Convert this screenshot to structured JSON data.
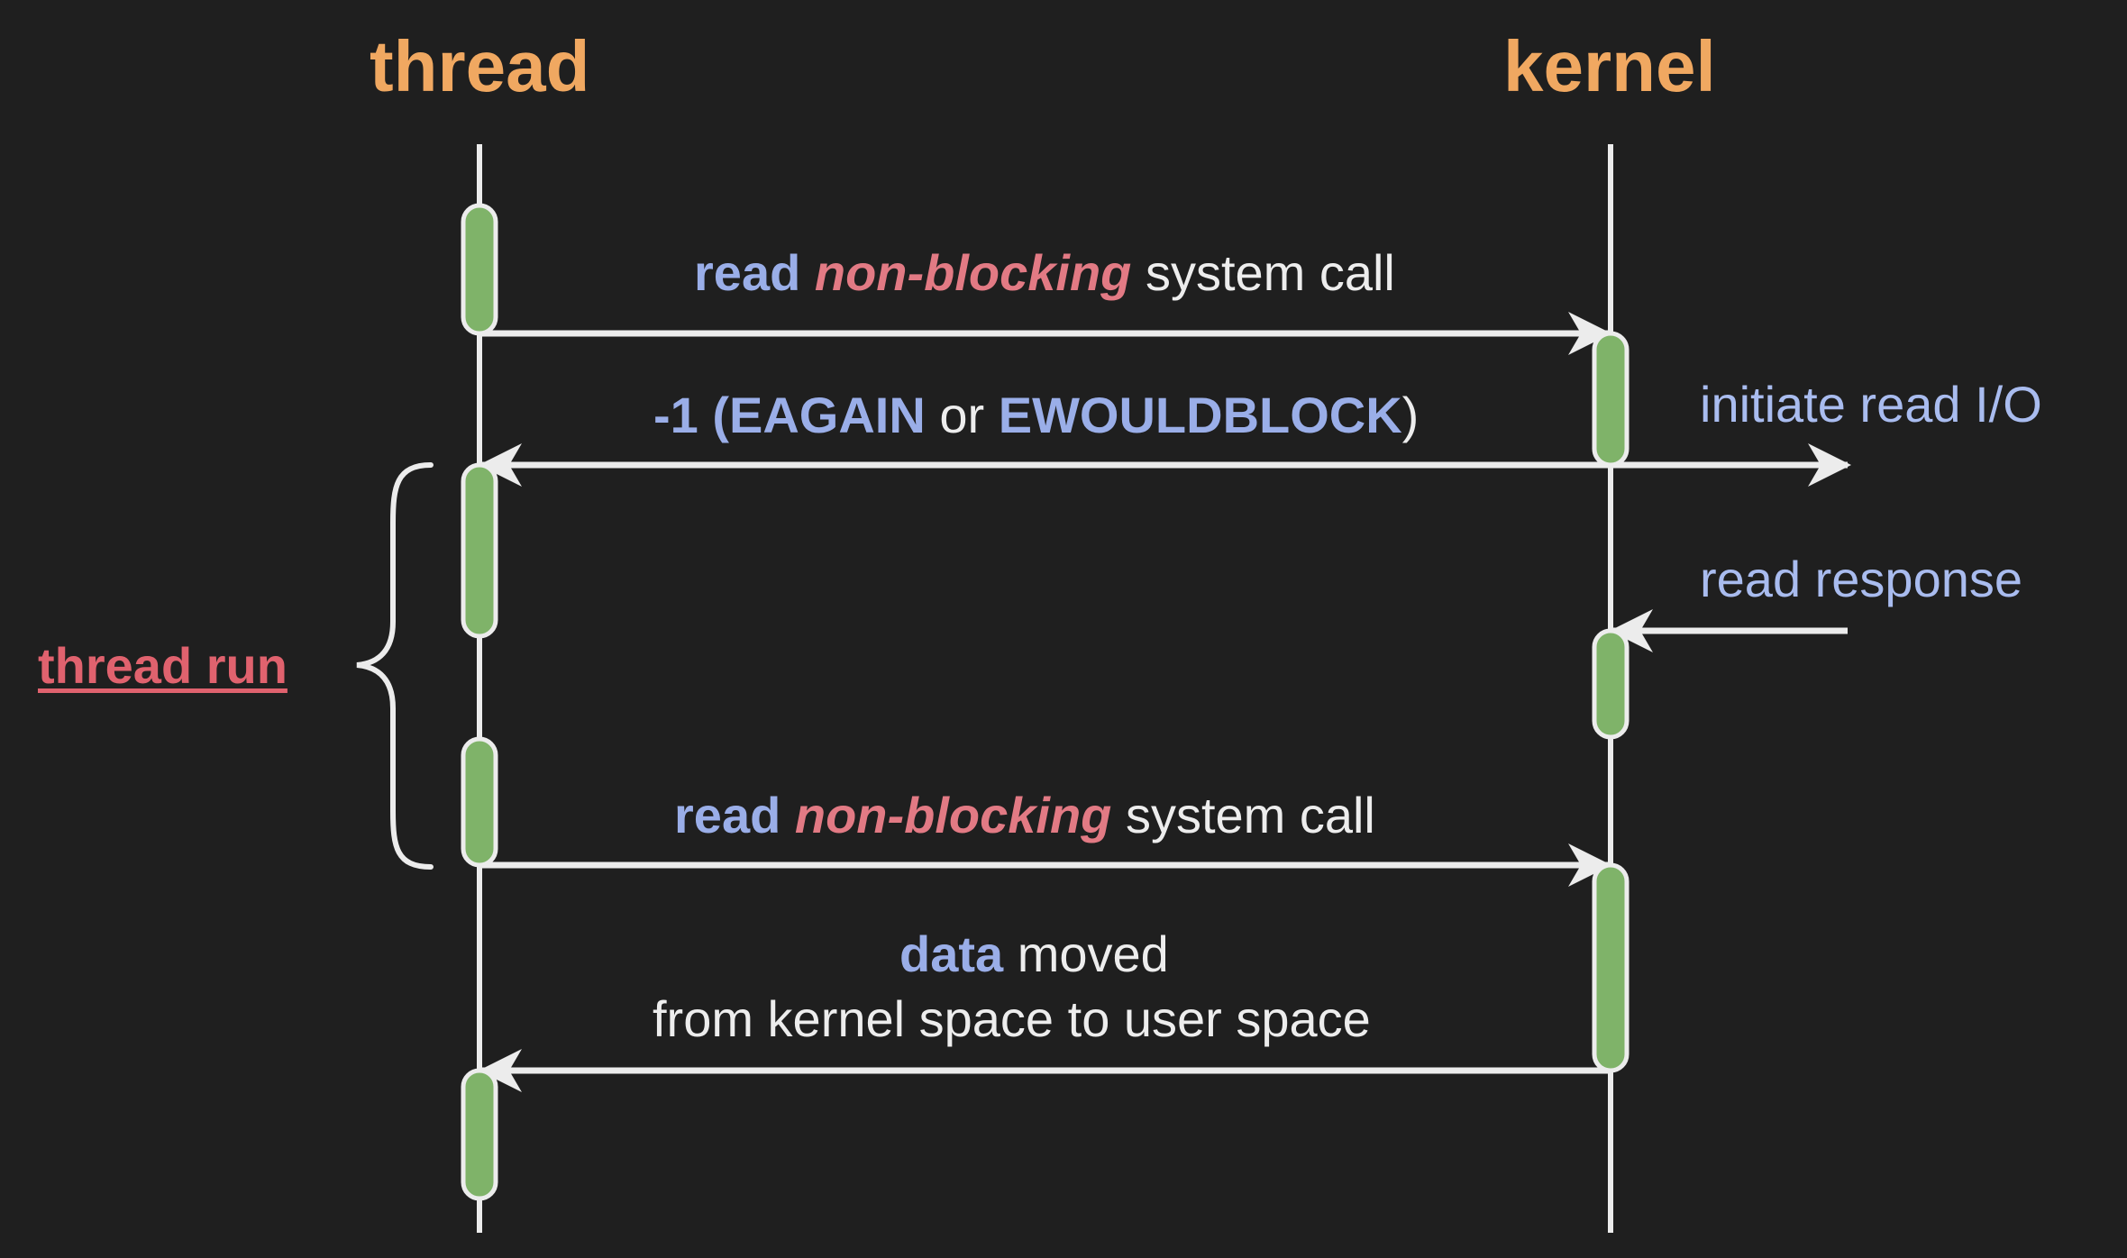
{
  "actors": {
    "thread": "thread",
    "kernel": "kernel"
  },
  "messages": {
    "call1": {
      "read": "read",
      "mode": "non-blocking",
      "rest": "system call"
    },
    "return1": {
      "prefix": "-1 (",
      "eagain": "EAGAIN",
      "or": " or ",
      "ewouldblock": "EWOULDBLOCK",
      "suffix": ")"
    },
    "initiate": "initiate read I/O",
    "response": "read response",
    "call2": {
      "read": "read",
      "mode": "non-blocking",
      "rest": "system call"
    },
    "data": {
      "word": "data",
      "rest": "moved",
      "line2": "from kernel space to user space"
    }
  },
  "bracket_label": "thread run",
  "colors": {
    "background": "#1f1f1f",
    "actor": "#f0a861",
    "keyword": "#9aaee8",
    "mode": "#e27a84",
    "bracket_label": "#e0626e",
    "activation": "#7fb369",
    "lines": "#ececec"
  }
}
